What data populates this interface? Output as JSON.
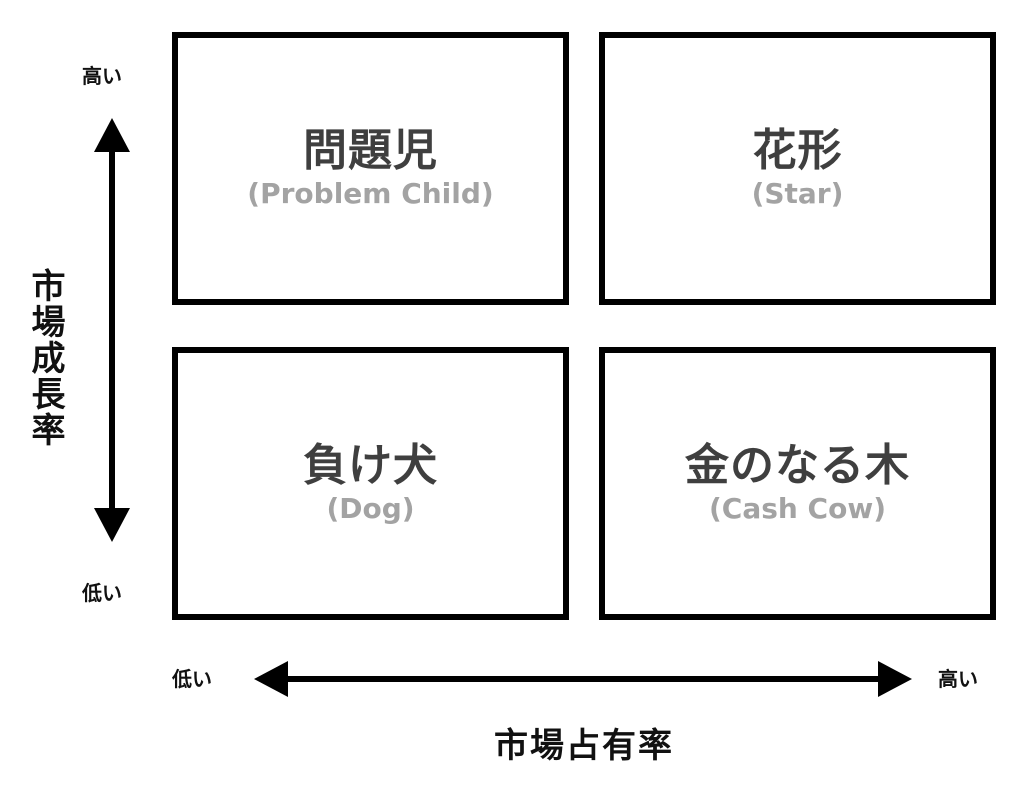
{
  "quadrants": {
    "top_left": {
      "title": "問題児",
      "subtitle": "(Problem Child)"
    },
    "top_right": {
      "title": "花形",
      "subtitle": "(Star)"
    },
    "bottom_left": {
      "title": "負け犬",
      "subtitle": "(Dog)"
    },
    "bottom_right": {
      "title": "金のなる木",
      "subtitle": "(Cash Cow)"
    }
  },
  "y_axis": {
    "title": "市場成長率",
    "high_label": "高い",
    "low_label": "低い"
  },
  "x_axis": {
    "title": "市場占有率",
    "low_label": "低い",
    "high_label": "高い"
  },
  "colors": {
    "border": "#000000",
    "title_text": "#3f3f3f",
    "subtitle_text": "#a3a3a3"
  }
}
